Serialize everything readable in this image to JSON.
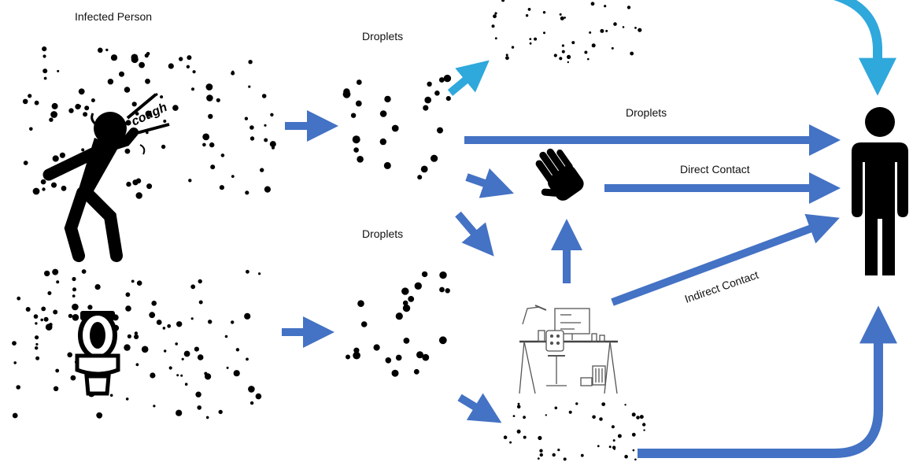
{
  "labels": {
    "infected_person": "Infected Person",
    "cough": "cough",
    "droplets_top": "Droplets",
    "droplets_bottom": "Droplets",
    "droplets_path": "Droplets",
    "direct_contact": "Direct Contact",
    "indirect_contact": "Indirect Contact"
  },
  "colors": {
    "arrow_blue": "#4472C4",
    "arrow_light_blue": "#2FA8DC",
    "ink": "#000000"
  },
  "icons": [
    "coughing-person-icon",
    "toilet-icon",
    "hand-icon",
    "desk-workspace-icon",
    "healthy-person-icon"
  ]
}
